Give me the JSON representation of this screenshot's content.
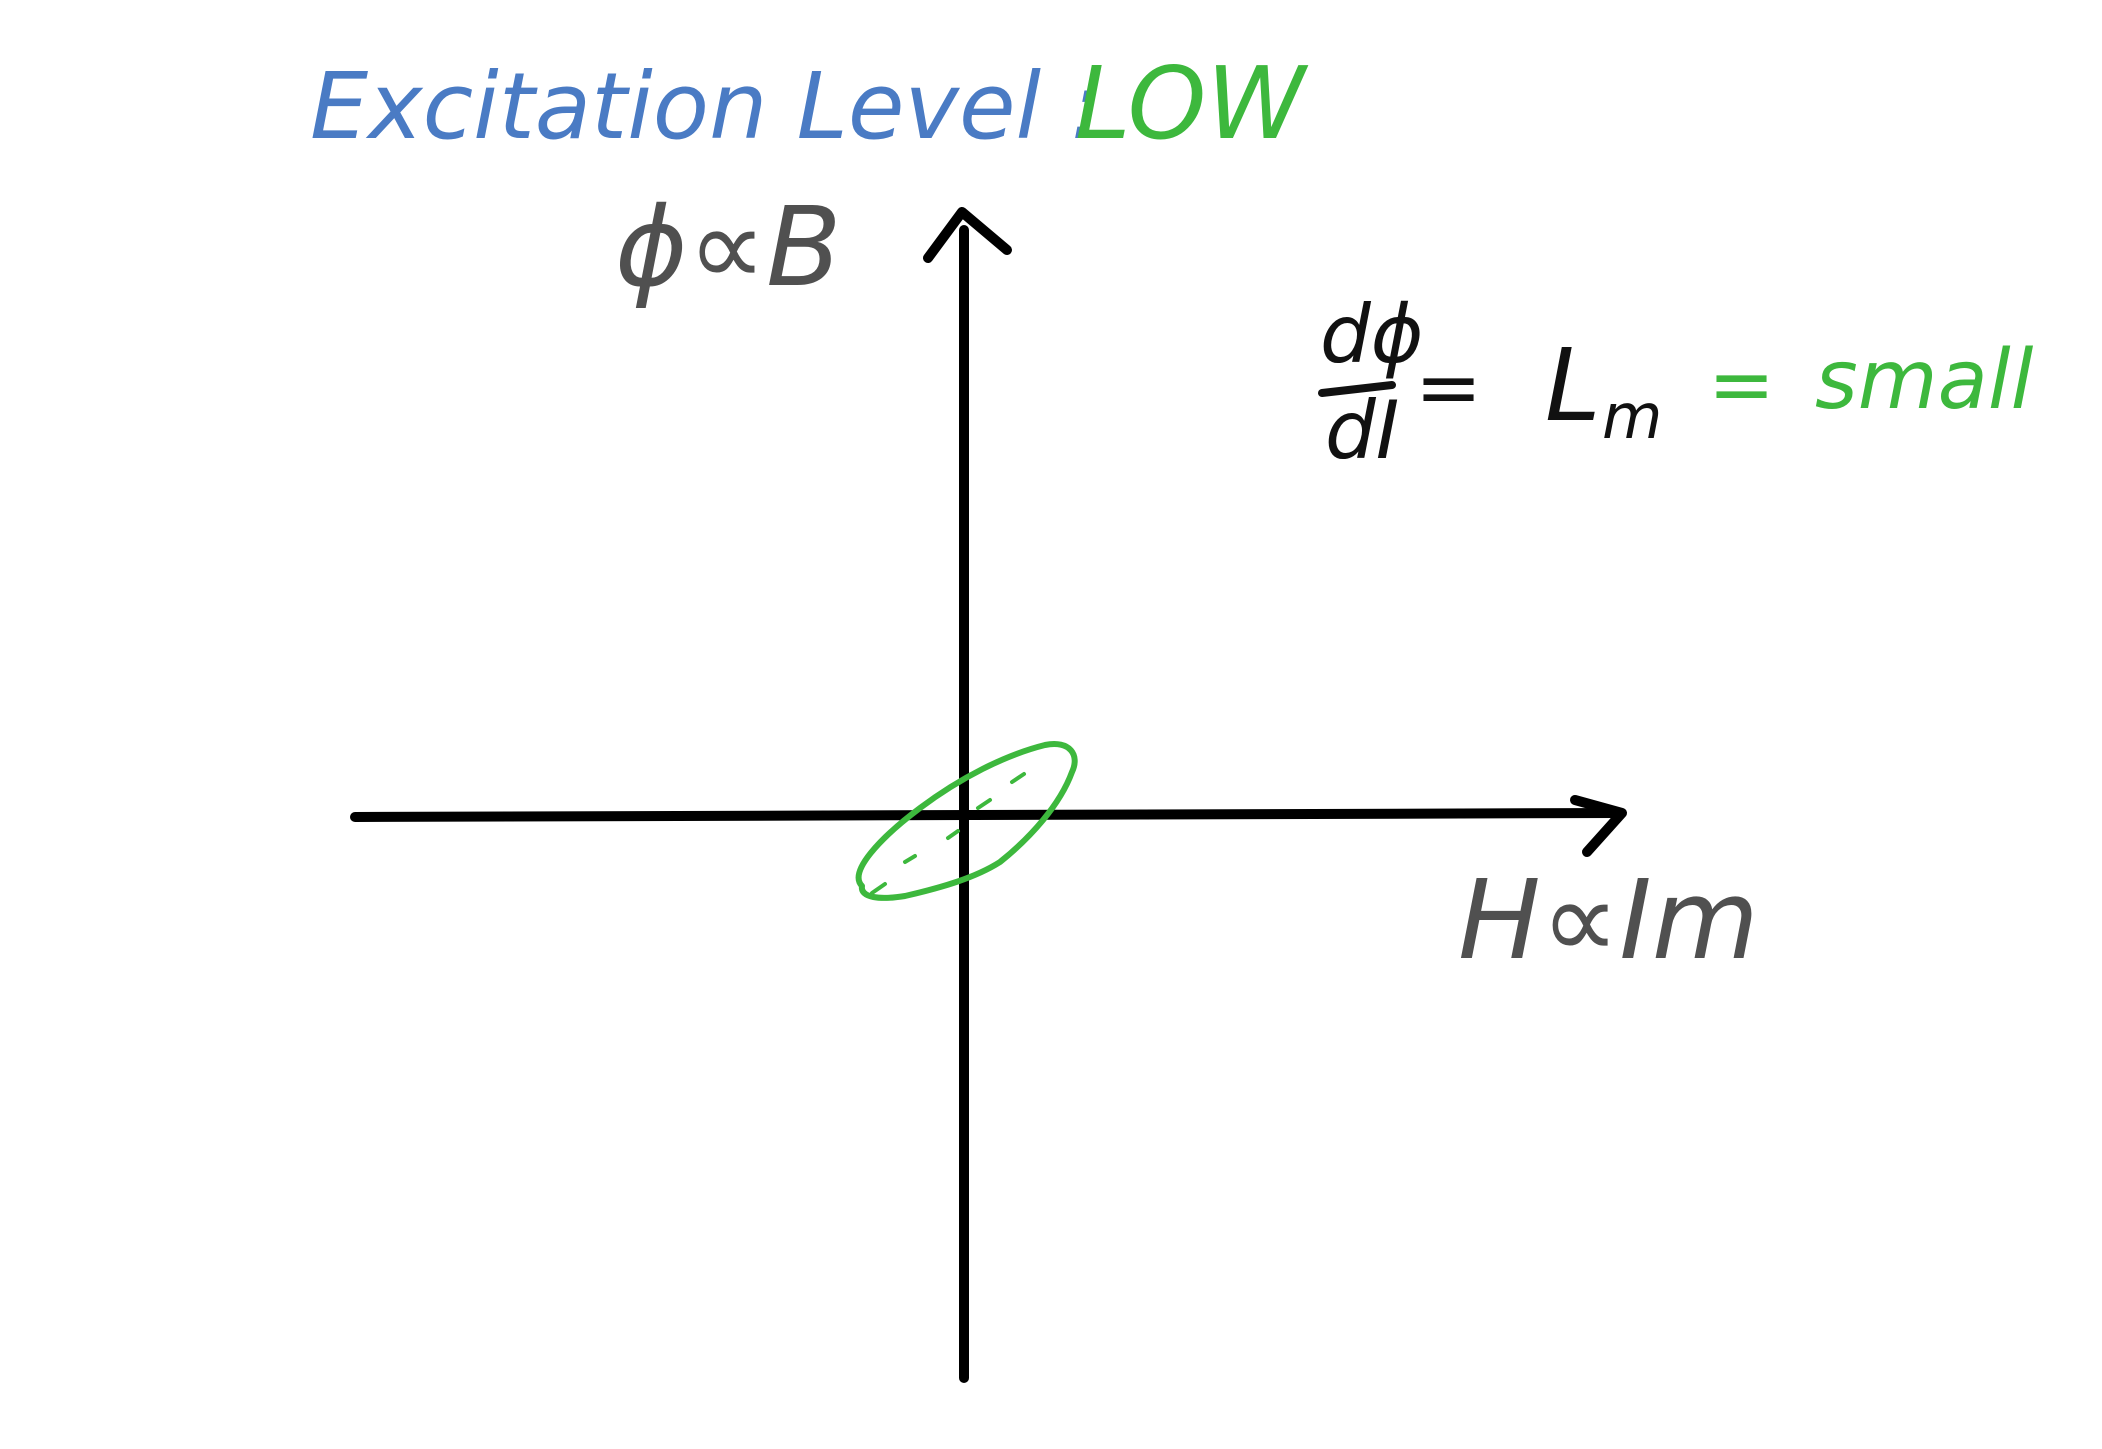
{
  "title": {
    "prefix": "Excitation Level :",
    "value": "LOW"
  },
  "y_axis_label": "ϕ∝B",
  "x_axis_label": "H∝Im",
  "equation": {
    "numerator": "dϕ",
    "denominator": "dI",
    "equals": "=",
    "inductance": "L",
    "inductance_subscript": "m",
    "equals2": "=",
    "result": "small"
  },
  "colors": {
    "title": "#4a7bc4",
    "highlight": "#3db83d",
    "axis": "#000000",
    "axis_label": "#505050",
    "equation": "#111111"
  }
}
